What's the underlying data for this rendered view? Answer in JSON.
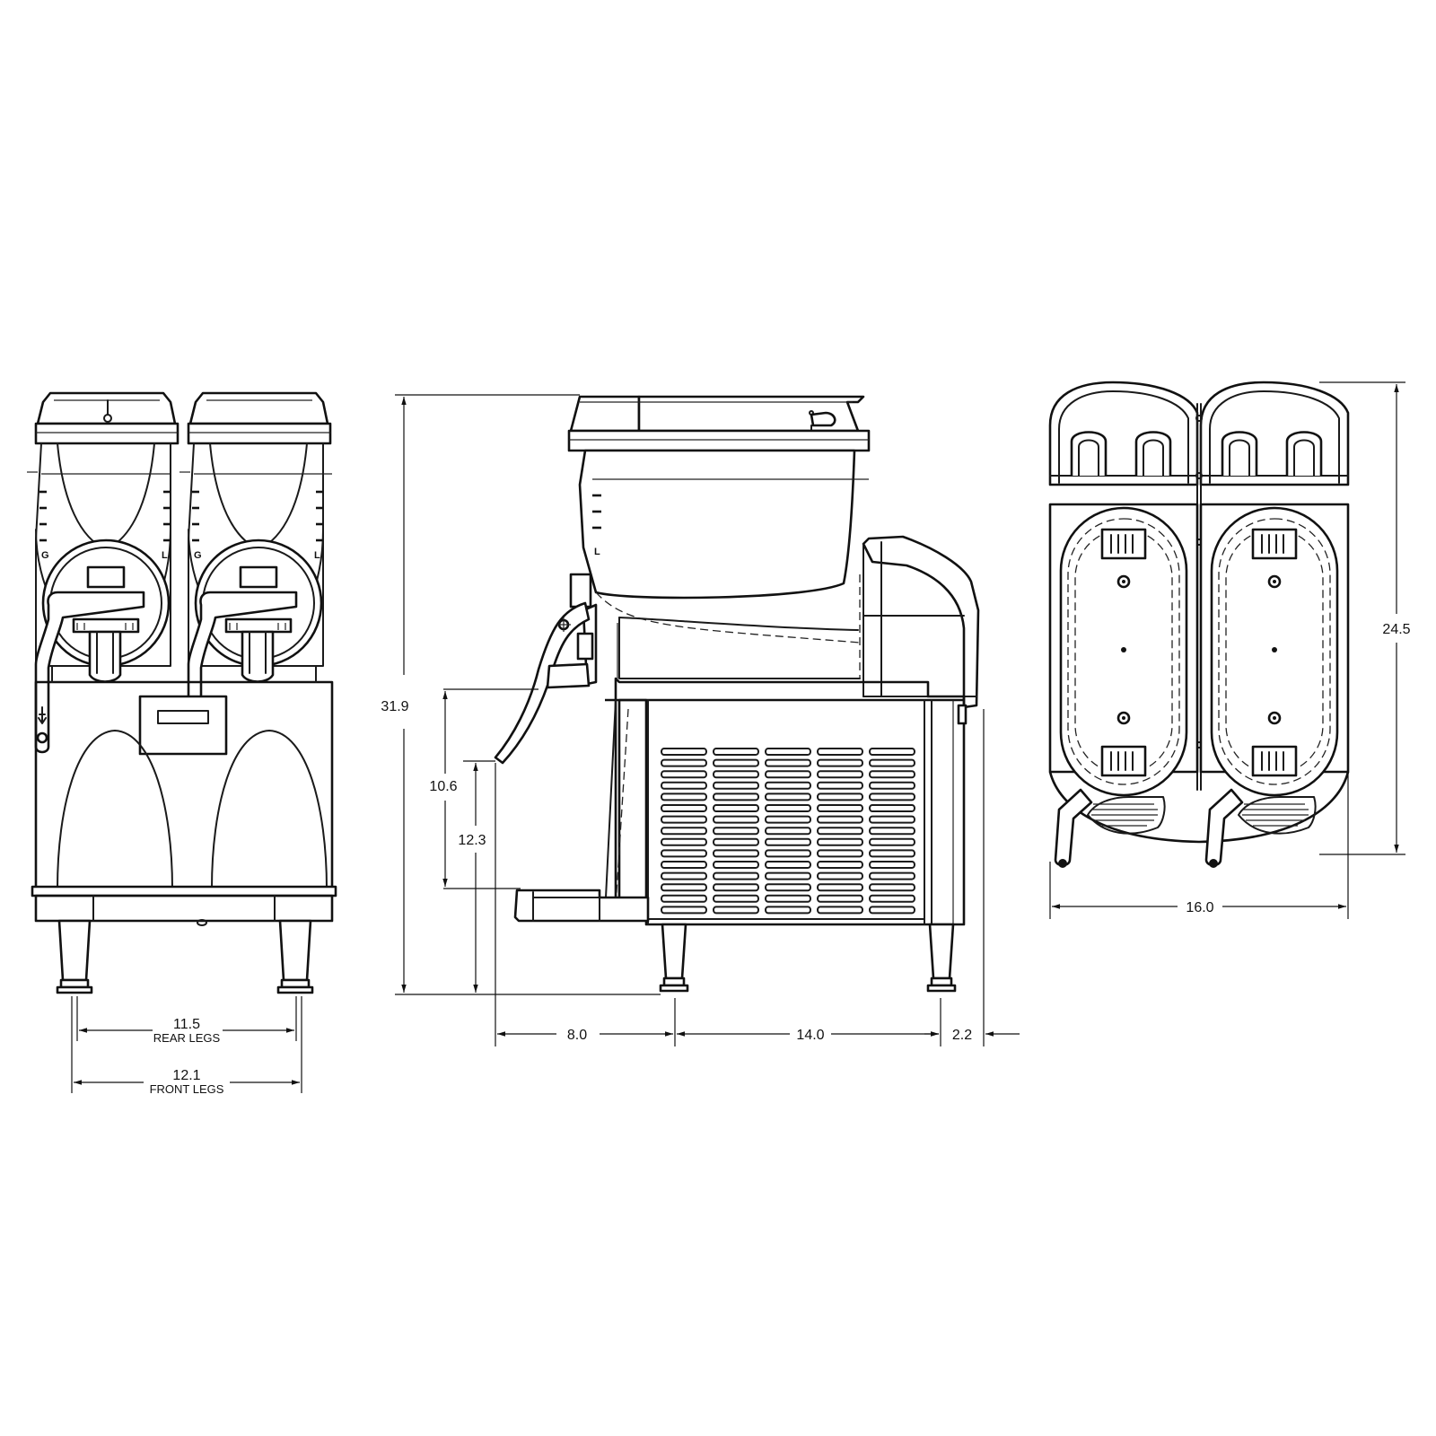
{
  "front_view": {
    "scale_marks": [
      "G",
      "L"
    ],
    "dims": {
      "rear_legs": {
        "value": "11.5",
        "label": "REAR LEGS"
      },
      "front_legs": {
        "value": "12.1",
        "label": "FRONT LEGS"
      }
    }
  },
  "side_view": {
    "dims": {
      "overall_height": "31.9",
      "drip_tray_height": "10.6",
      "spout_height": "12.3",
      "lever_to_front_leg": "8.0",
      "leg_spacing": "14.0",
      "rear_overhang": "2.2"
    }
  },
  "top_view": {
    "dims": {
      "depth": "24.5",
      "width": "16.0"
    }
  }
}
